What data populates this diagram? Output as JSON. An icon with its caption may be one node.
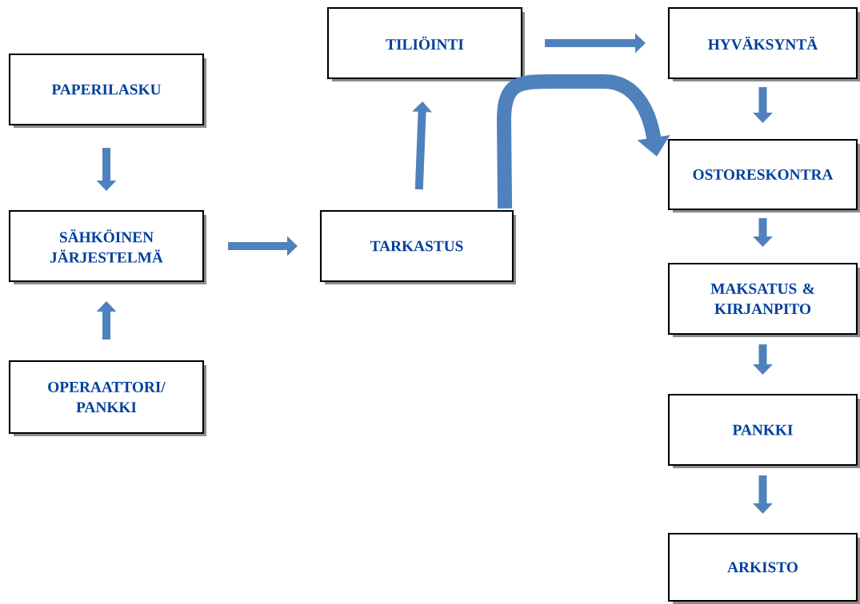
{
  "diagram": {
    "nodes": [
      {
        "text": [
          "PAPERILASKU"
        ]
      },
      {
        "text": [
          "SÄHKÖINEN JÄRJESTELMÄ"
        ]
      },
      {
        "text": [
          "OPERAATTORI/ PANKKI"
        ]
      },
      {
        "text": [
          "TILIÖINTI"
        ]
      },
      {
        "text": [
          "TARKASTUS"
        ]
      },
      {
        "text": [
          "HYVÄKSYNTÄ"
        ]
      },
      {
        "text": [
          "OSTORESKONTRA"
        ]
      },
      {
        "text": [
          "MAKSATUS & KIRJANPITO"
        ]
      },
      {
        "text": [
          "PANKKI"
        ]
      },
      {
        "text": [
          "ARKISTO"
        ]
      }
    ],
    "edges": [
      {
        "from": 0,
        "to": 1,
        "arrow": "to"
      },
      {
        "from": 2,
        "to": 1,
        "arrow": "to"
      },
      {
        "from": 1,
        "to": 4,
        "arrow": "to"
      },
      {
        "from": 4,
        "to": 3,
        "arrow": "to"
      },
      {
        "from": 3,
        "to": 5,
        "arrow": "to"
      },
      {
        "from": 4,
        "to": 6,
        "arrow": "to",
        "style": "thick"
      },
      {
        "from": 5,
        "to": 6,
        "arrow": "to"
      },
      {
        "from": 6,
        "to": 7,
        "arrow": "to"
      },
      {
        "from": 7,
        "to": 8,
        "arrow": "to"
      },
      {
        "from": 8,
        "to": 9,
        "arrow": "to"
      }
    ]
  }
}
